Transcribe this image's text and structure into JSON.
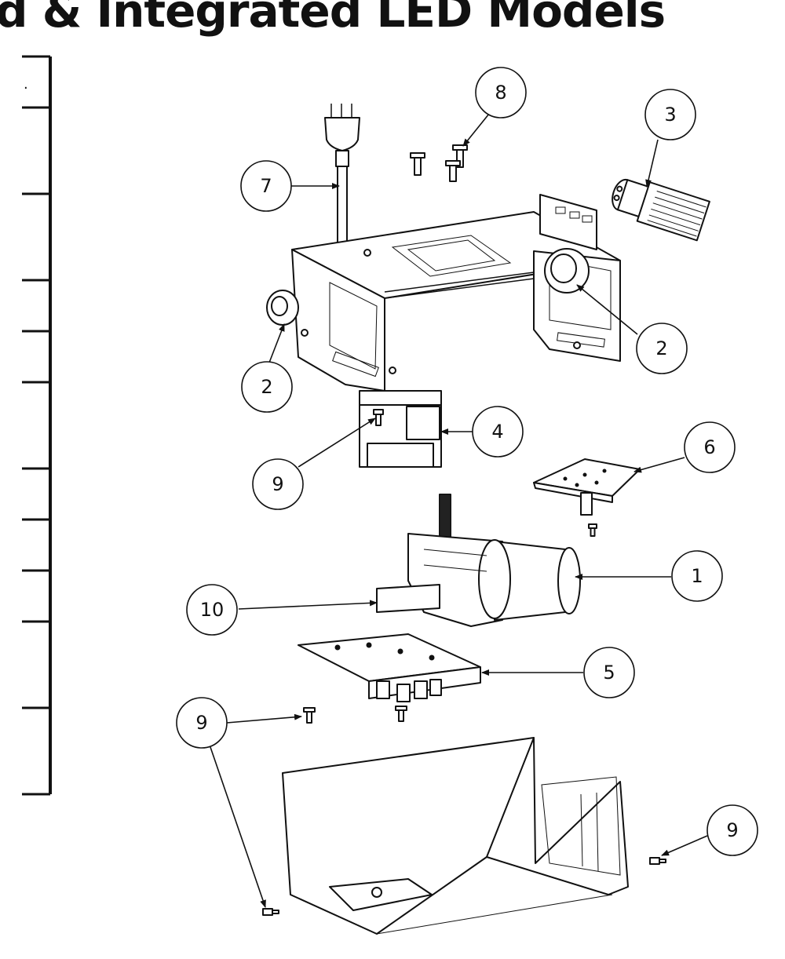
{
  "title": "d & Integrated LED Models",
  "side_fragment": "·",
  "callouts": [
    {
      "id": "c8",
      "label": "8"
    },
    {
      "id": "c3",
      "label": "3"
    },
    {
      "id": "c7",
      "label": "7"
    },
    {
      "id": "c2a",
      "label": "2"
    },
    {
      "id": "c2b",
      "label": "2"
    },
    {
      "id": "c4",
      "label": "4"
    },
    {
      "id": "c6",
      "label": "6"
    },
    {
      "id": "c9a",
      "label": "9"
    },
    {
      "id": "c1",
      "label": "1"
    },
    {
      "id": "c10",
      "label": "10"
    },
    {
      "id": "c5",
      "label": "5"
    },
    {
      "id": "c9b",
      "label": "9"
    },
    {
      "id": "c9c",
      "label": "9"
    }
  ]
}
